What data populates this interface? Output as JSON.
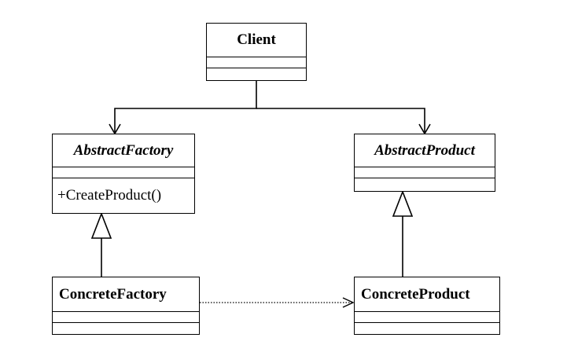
{
  "diagram": {
    "classes": {
      "client": {
        "name": "Client",
        "abstract": false,
        "operations": []
      },
      "abstract_factory": {
        "name": "AbstractFactory",
        "abstract": true,
        "operations": [
          "+CreateProduct()"
        ]
      },
      "abstract_product": {
        "name": "AbstractProduct",
        "abstract": true,
        "operations": []
      },
      "concrete_factory": {
        "name": "ConcreteFactory",
        "abstract": false,
        "operations": []
      },
      "concrete_product": {
        "name": "ConcreteProduct",
        "abstract": false,
        "operations": []
      }
    },
    "relationships": [
      {
        "from": "Client",
        "to": "AbstractFactory",
        "type": "association"
      },
      {
        "from": "Client",
        "to": "AbstractProduct",
        "type": "association"
      },
      {
        "from": "ConcreteFactory",
        "to": "AbstractFactory",
        "type": "generalization"
      },
      {
        "from": "ConcreteProduct",
        "to": "AbstractProduct",
        "type": "generalization"
      },
      {
        "from": "ConcreteFactory",
        "to": "ConcreteProduct",
        "type": "dependency"
      }
    ]
  }
}
